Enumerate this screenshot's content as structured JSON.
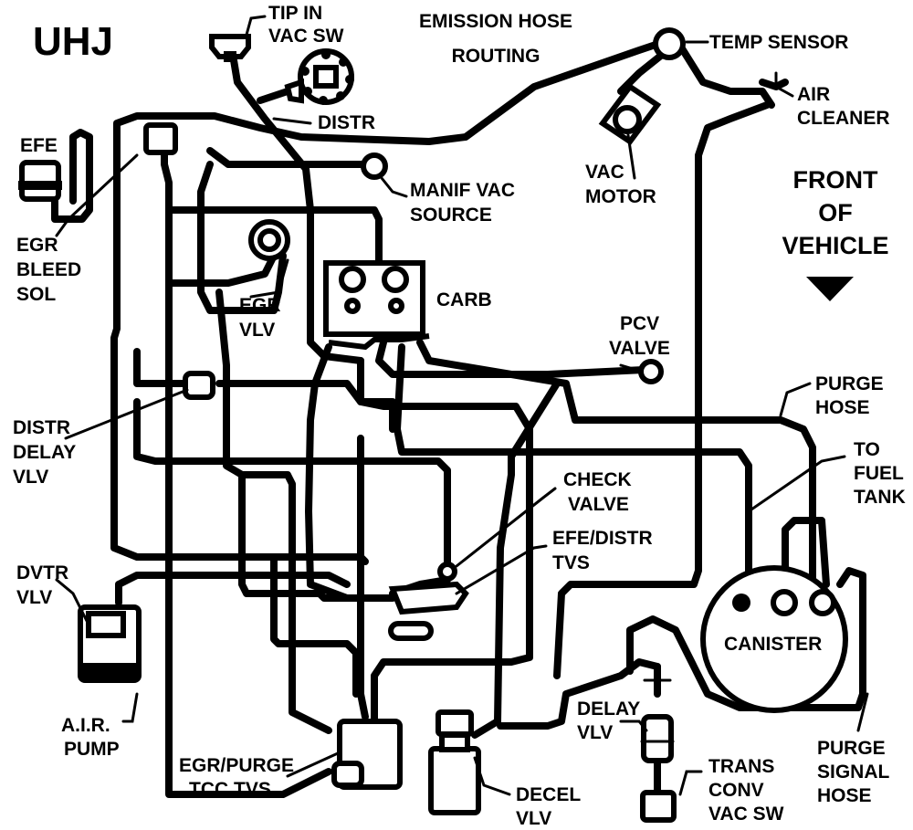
{
  "code": "UHJ",
  "title": [
    "EMISSION HOSE",
    "ROUTING"
  ],
  "front": [
    "FRONT",
    "OF",
    "VEHICLE"
  ],
  "labels": {
    "tip_in": [
      "TIP IN",
      "VAC SW"
    ],
    "temp_sensor": "TEMP SENSOR",
    "air_cleaner": [
      "AIR",
      "CLEANER"
    ],
    "distr": "DISTR",
    "vac_motor": [
      "VAC",
      "MOTOR"
    ],
    "efe": "EFE",
    "manif_vac": [
      "MANIF VAC",
      "SOURCE"
    ],
    "egr_bleed": [
      "EGR",
      "BLEED",
      "SOL"
    ],
    "egr_vlv": [
      "EGR",
      "VLV"
    ],
    "carb": "CARB",
    "pcv": [
      "PCV",
      "VALVE"
    ],
    "purge_hose": [
      "PURGE",
      "HOSE"
    ],
    "distr_delay": [
      "DISTR",
      "DELAY",
      "VLV"
    ],
    "to_fuel_tank": [
      "TO",
      "FUEL",
      "TANK"
    ],
    "check_valve": [
      "CHECK",
      "VALVE"
    ],
    "efe_distr_tvs": [
      "EFE/DISTR",
      "TVS"
    ],
    "dvtr": [
      "DVTR",
      "VLV"
    ],
    "canister": "CANISTER",
    "delay_vlv": [
      "DELAY",
      "VLV"
    ],
    "air_pump": [
      "A.I.R.",
      "PUMP"
    ],
    "purge_signal": [
      "PURGE",
      "SIGNAL",
      "HOSE"
    ],
    "egr_purge_tcc": [
      "EGR/PURGE",
      "TCC TVS"
    ],
    "decel_vlv": [
      "DECEL",
      "VLV"
    ],
    "trans_conv": [
      "TRANS",
      "CONV",
      "VAC SW"
    ]
  }
}
